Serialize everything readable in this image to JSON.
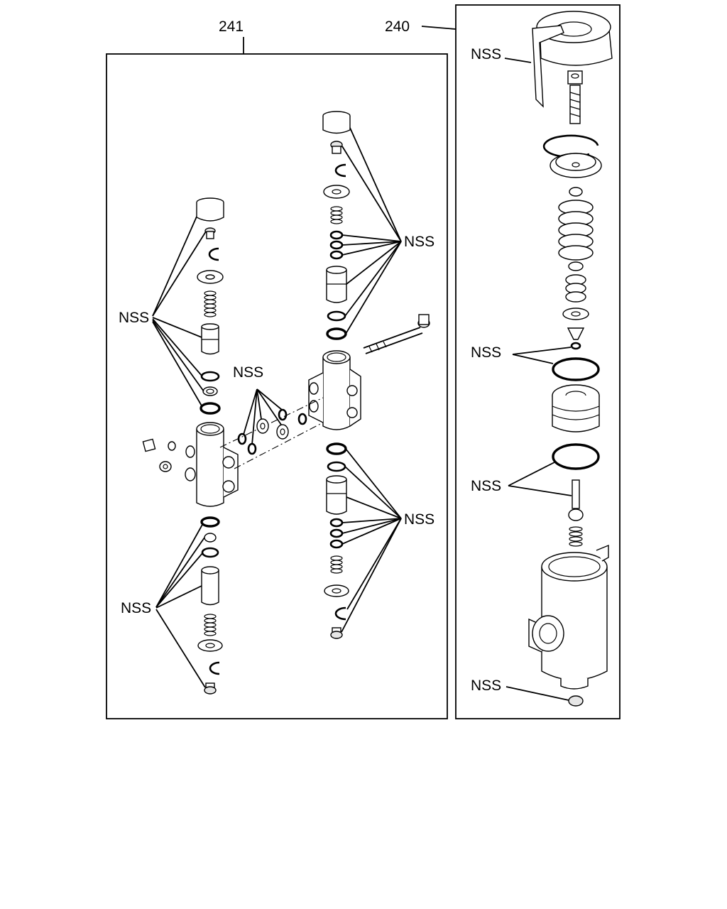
{
  "assemblies": [
    {
      "id": "241",
      "label": "241"
    },
    {
      "id": "240",
      "label": "240"
    }
  ],
  "callouts": {
    "left_upper": "NSS",
    "left_lower": "NSS",
    "center": "NSS",
    "right_upper": "NSS",
    "right_lower": "NSS",
    "panel240_top": "NSS",
    "panel240_ring": "NSS",
    "panel240_mid": "NSS",
    "panel240_bottom": "NSS"
  }
}
